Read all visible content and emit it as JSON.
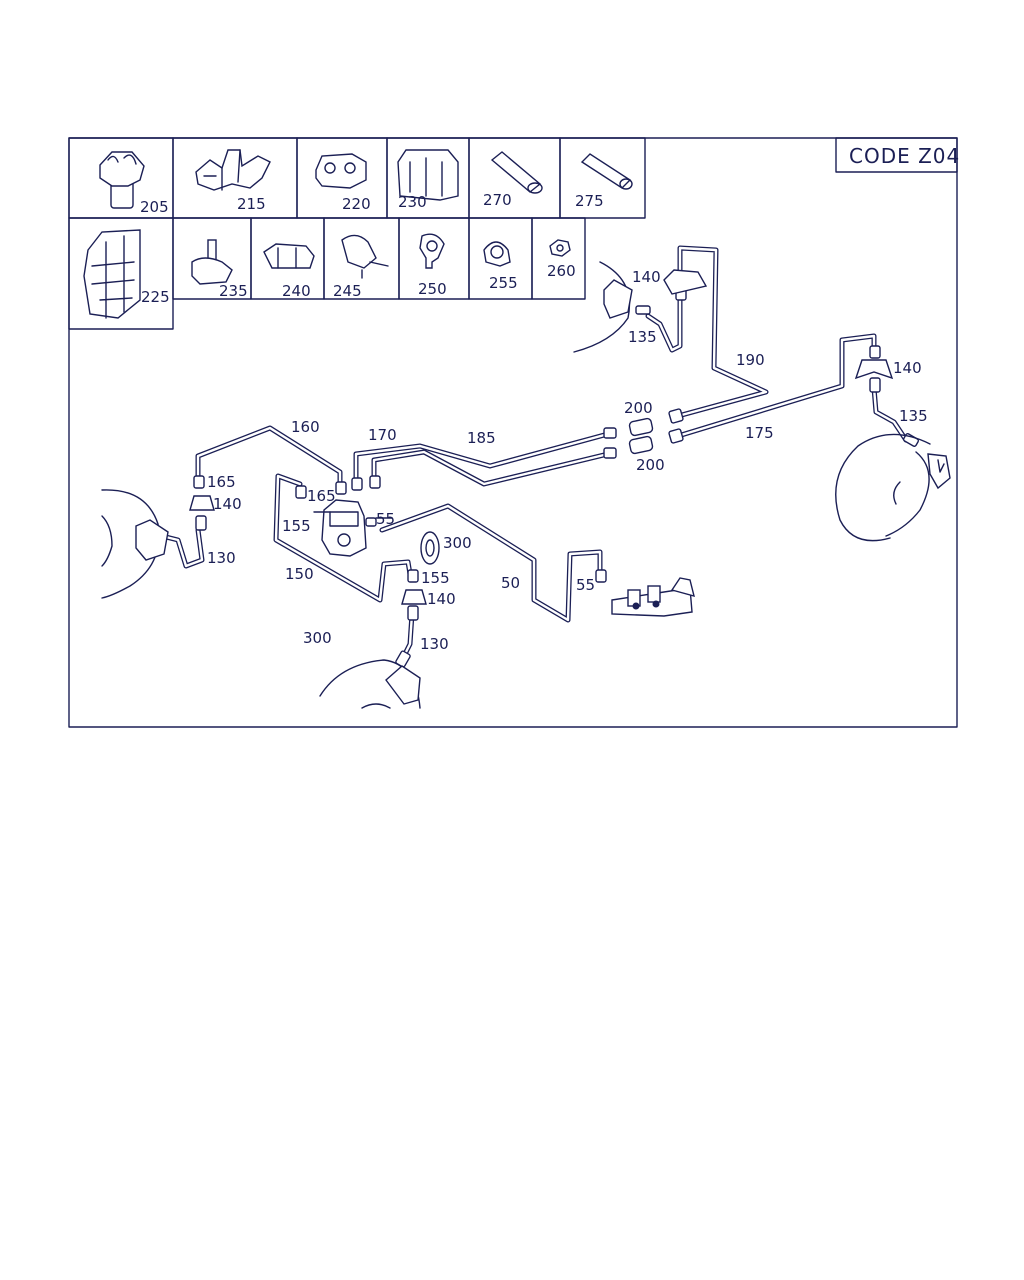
{
  "diagram": {
    "code": "CODE Z04",
    "thumbnails_row1": [
      "205",
      "215",
      "220",
      "230",
      "270",
      "275"
    ],
    "thumbnails_row2": [
      "225",
      "235",
      "240",
      "245",
      "250",
      "255",
      "260"
    ],
    "callouts": {
      "c140_top": "140",
      "c135_top": "135",
      "c190": "190",
      "c140_right": "140",
      "c135_right": "135",
      "c200_top": "200",
      "c200_bottom": "200",
      "c175": "175",
      "c160": "160",
      "c170": "170",
      "c185": "185",
      "c165_left": "165",
      "c140_left": "140",
      "c130_left": "130",
      "c165_mid": "165",
      "c155_mid": "155",
      "c55_mid": "55",
      "c150": "150",
      "c300_mid": "300",
      "c155_low": "155",
      "c140_low": "140",
      "c130_low": "130",
      "c300_low": "300",
      "c50": "50",
      "c55_right": "55"
    }
  }
}
